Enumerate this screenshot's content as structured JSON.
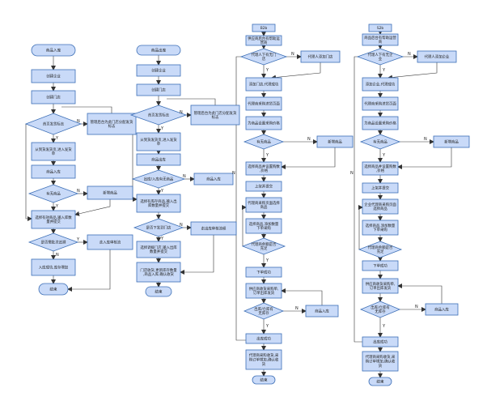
{
  "colors": {
    "node_fill": "#c9daf8",
    "node_stroke": "#3d6fb6",
    "line": "#333333",
    "bg": "#ffffff"
  },
  "flow1": {
    "n1": "商品入库",
    "n2": "创建企业",
    "n3": "创建门店",
    "d1": "首页发货标志",
    "side1": "管理后台为此门店分配发货标志",
    "n4": "从到货发货页,进入发货单",
    "n5": "商品入库",
    "d2": "有无商品",
    "side2": "新增商品",
    "n6": "选择有效商品,输入库数量并提交",
    "d3": "是否需批次追溯",
    "side3": "走入库审核流",
    "n7": "入库成功,库存增加",
    "end": "结束",
    "yes": "Y",
    "no": "N"
  },
  "flow2": {
    "n1": "商品出库",
    "n2": "创建企业",
    "n3": "创建门店",
    "d1": "首页发货标志",
    "side1": "管理后台为此门店分配发货标志",
    "n4": "从到货发货页,进入发货单",
    "n5": "商品出库",
    "d2": "出库/入库有无商品",
    "side2": "商品入库",
    "n6": "选择有库存商品,输入出库数量并提交",
    "d3": "是否下发到门店",
    "side3": "走出库审核流程",
    "n7": "选择调拨门店,输入出库数量并提交",
    "n8": "门店收货,更新库存数量,商品入库,确认收货",
    "end": "结束",
    "yes": "Y",
    "no": "N"
  },
  "flow3": {
    "tag": "B2b",
    "n1": "供应商后台有帮助运营商",
    "d1": "代理人下有无门店",
    "side1": "代理人添加门店",
    "n2": "添加门店,代理成功",
    "n3": "代理商采购进货页面",
    "n4": "为商品设置采购价格",
    "d2": "有无商品",
    "side2": "新增商品",
    "n5": "选择商品并设置购数,价格",
    "n6": "上架并提交",
    "n7": "代理商采购页面选择商品",
    "n8": "选择商品,添加数量下单采购",
    "d3": "代理商余额是否充足",
    "n9": "下单成功",
    "n10": "供应商收货采购单,订单出库发货",
    "d4": "出库/仓库有无库存",
    "side4": "商品入库",
    "n11": "出库成功",
    "n12": "代理商采购收货,采购订单增加,确认收货",
    "end": "结束",
    "yes": "Y",
    "no": "N"
  },
  "flow4": {
    "tag": "S2b",
    "n1": "商品后台有帮助运营商",
    "d1": "代理人下有无企业",
    "side1": "代理人添加企业",
    "n2": "添加企业,代理成功",
    "n3": "代理商采购进货页面",
    "n4": "为商品设置采购价格",
    "d2": "有无商品",
    "side2": "新增商品",
    "n5": "选择商品并设置购数,价格",
    "n6": "上架并提交",
    "n7": "企业代理商采购页面选择商品",
    "n8": "选择商品,添加数量下单采购",
    "d3": "代理商余额是否充足",
    "n9": "下单成功",
    "n10": "供应商收货采购单,订单出库发货",
    "d4": "出库/仓库有无库存",
    "side4": "商品入库",
    "n11": "出库成功",
    "n12": "代理商采购收货,采购订单增加,确认收货",
    "end": "结束",
    "yes": "Y",
    "no": "N"
  }
}
